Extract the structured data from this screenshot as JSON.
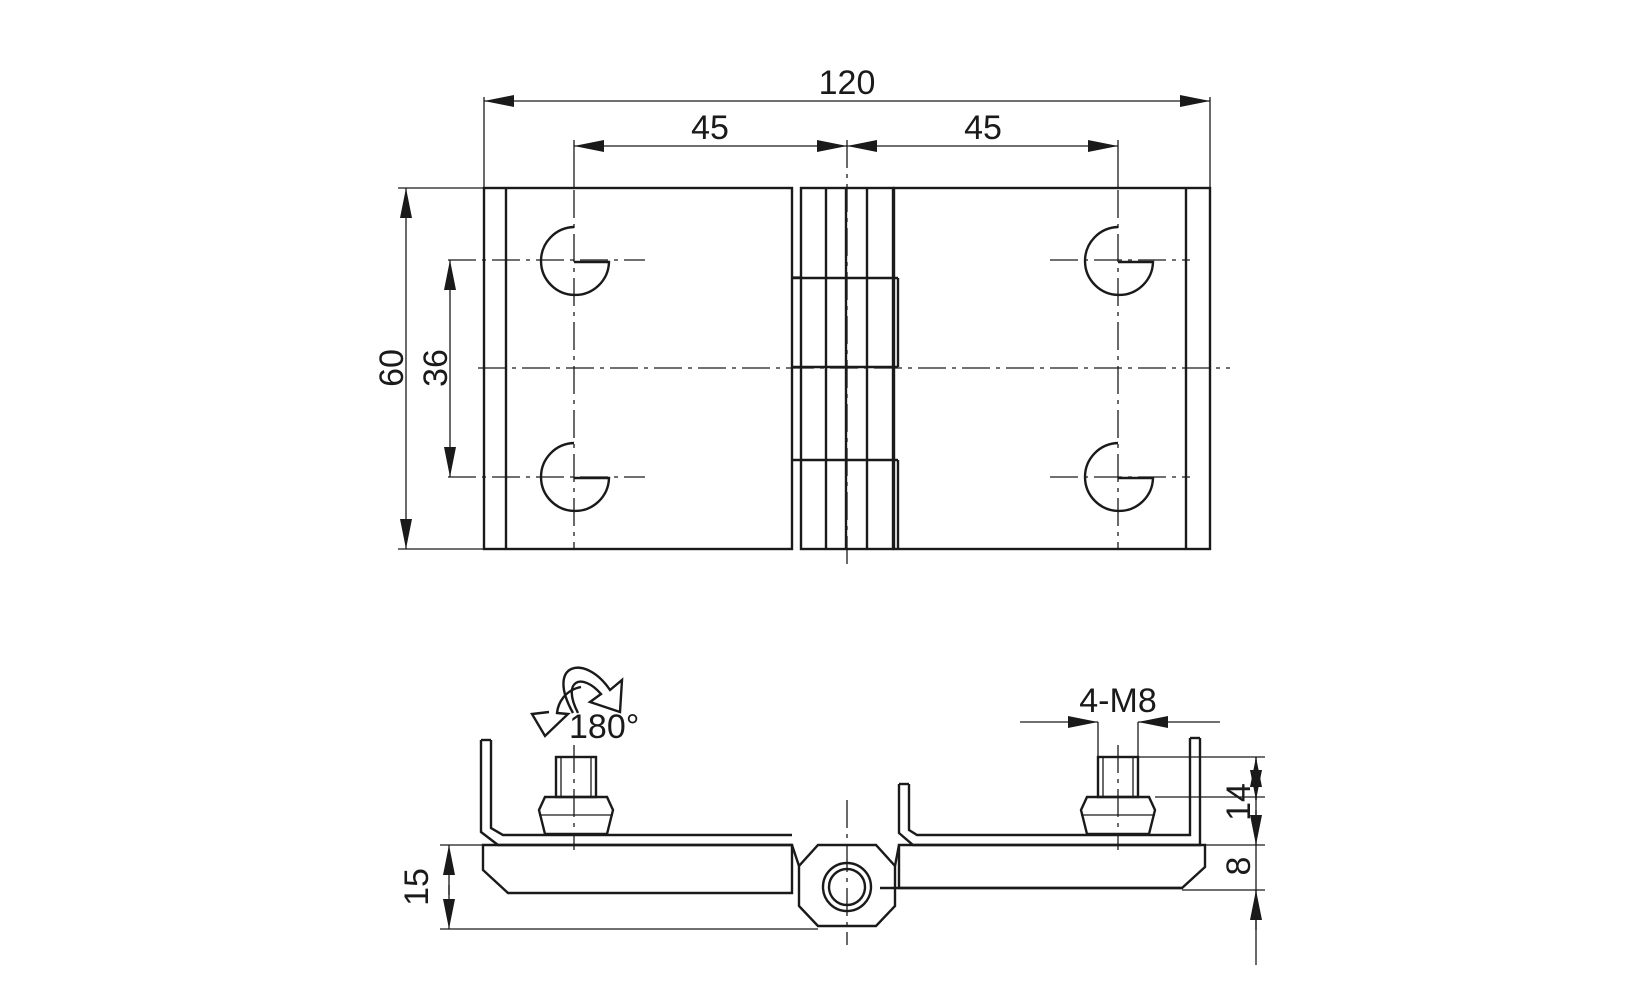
{
  "drawing": {
    "top_view": {
      "overall_width": "120",
      "left_hole_pitch": "45",
      "right_hole_pitch": "45",
      "overall_height": "60",
      "hole_spacing": "36"
    },
    "side_view": {
      "rotation_label": "180°",
      "thread_label": "4-M8",
      "stud_height": "14",
      "leaf_thickness": "8",
      "overall_thickness": "15"
    },
    "line_color": "#1a1a1a"
  }
}
